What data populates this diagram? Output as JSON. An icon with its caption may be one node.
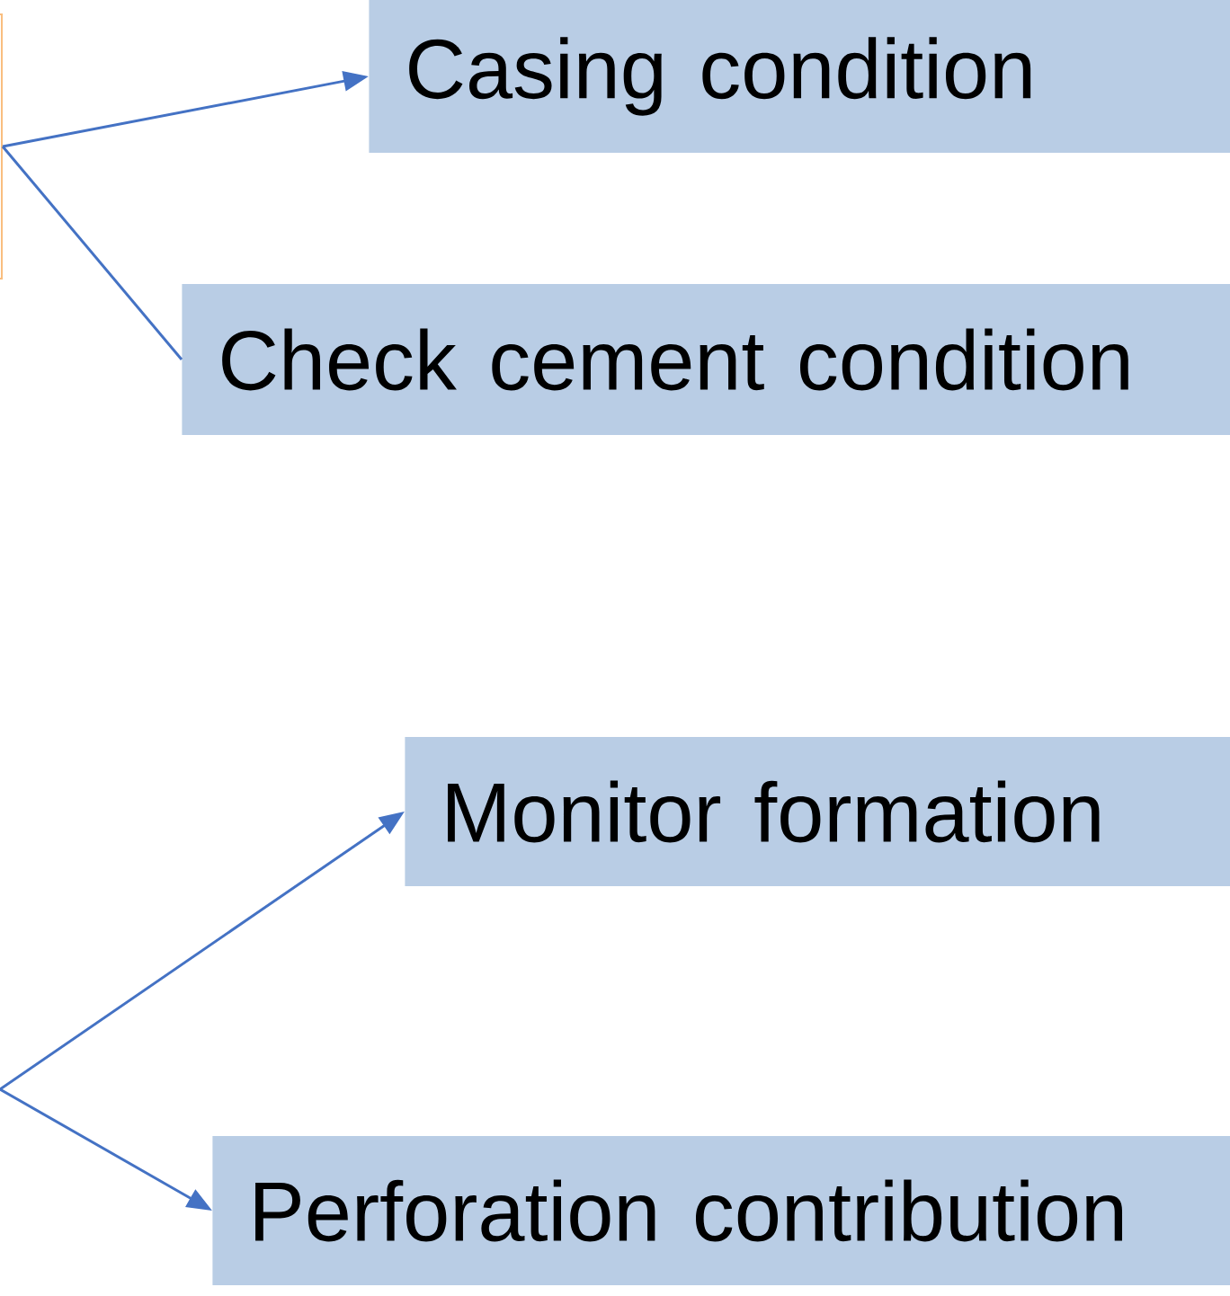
{
  "diagram": {
    "nodes": [
      {
        "text": [],
        "shape": "box"
      },
      {
        "text": [
          "Casing condition"
        ]
      },
      {
        "text": [
          "Check cement condition"
        ]
      },
      {
        "text": [
          "Monitor formation"
        ]
      },
      {
        "text": [
          "Perforation contribution"
        ]
      }
    ],
    "edges": [
      {
        "from": 0,
        "to": 1,
        "arrow": "to"
      },
      {
        "from": 0,
        "to": 2,
        "arrow": "none"
      },
      {
        "from": null,
        "to": 3,
        "arrow": "to"
      },
      {
        "from": null,
        "to": 4,
        "arrow": "to"
      }
    ]
  }
}
